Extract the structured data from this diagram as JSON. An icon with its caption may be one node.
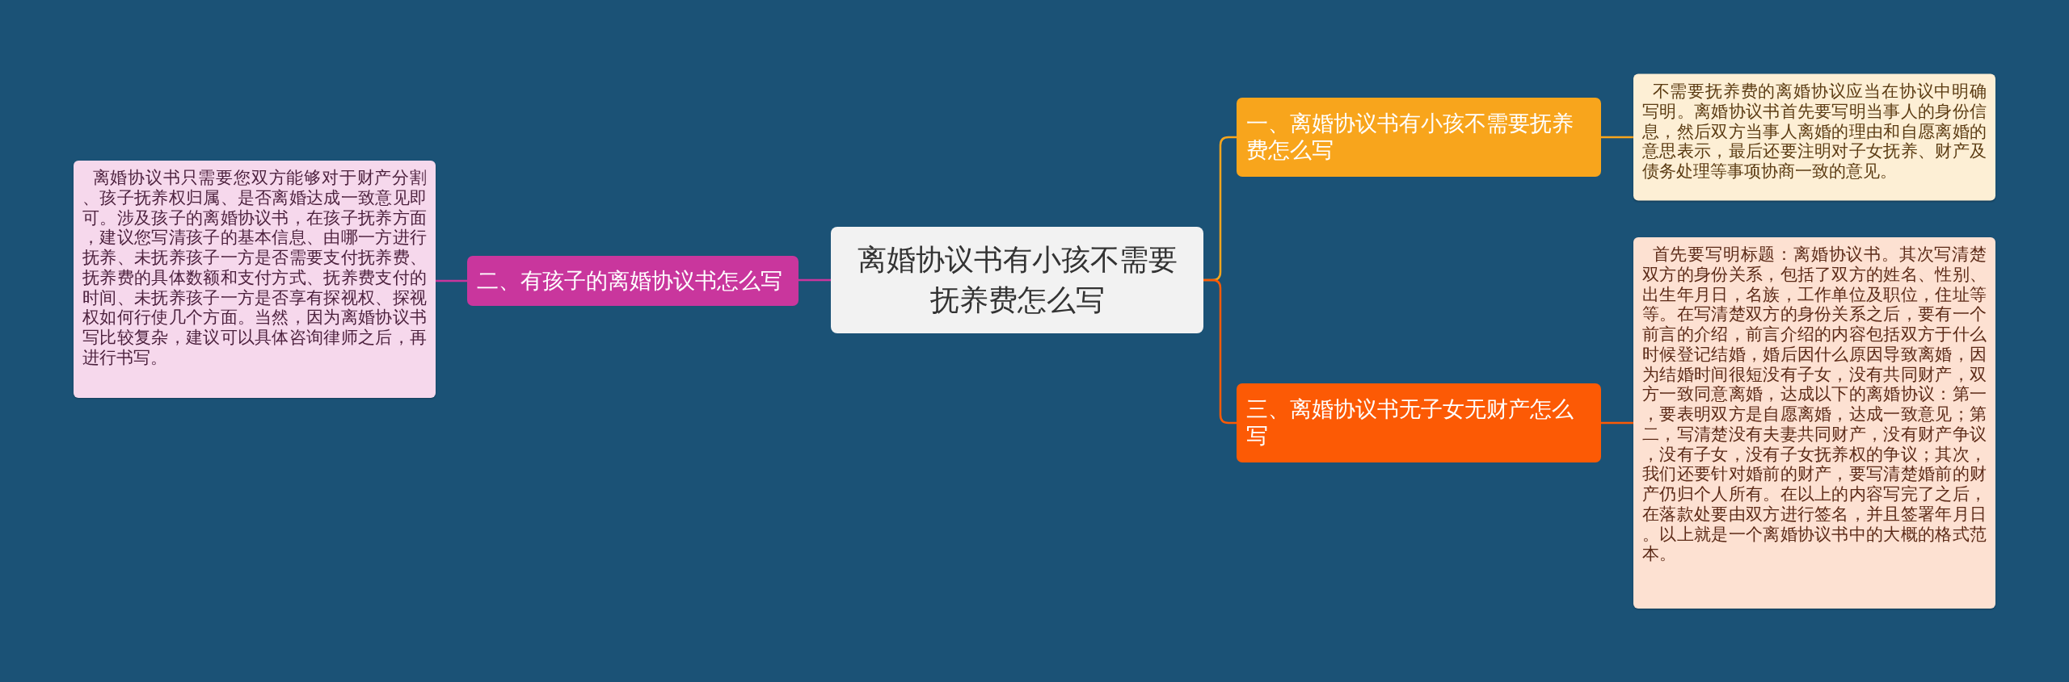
{
  "diagram": {
    "nodes": [
      {
        "text": [
          "离婚协议书有小孩不需要抚养费怎么写"
        ]
      },
      {
        "text": [
          "一、离婚协议书有小孩不需要抚养费怎么写"
        ]
      },
      {
        "text": [
          "不需要抚养费的离婚协议应当在协议中明确写明。离婚协议书首先要写明当事人的身份信息，然后双方当事人离婚的理由和自愿离婚的意思表示，最后还要注明对子女抚养、财产及债务处理等事项协商一致的意见。"
        ]
      },
      {
        "text": [
          "二、有孩子的离婚协议书怎么写"
        ]
      },
      {
        "text": [
          "离婚协议书只需要您双方能够对于财产分割、孩子抚养权归属、是否离婚达成一致意见即可。涉及孩子的离婚协议书，在孩子抚养方面，建议您写清孩子的基本信息、由哪一方进行抚养、未抚养孩子一方是否需要支付抚养费、抚养费的具体数额和支付方式、抚养费支付的时间、未抚养孩子一方是否享有探视权、探视权如何行使几个方面。当然，因为离婚协议书写比较复杂，建议可以具体咨询律师之后，再进行书写。"
        ]
      },
      {
        "text": [
          "三、离婚协议书无子女无财产怎么写"
        ]
      },
      {
        "text": [
          "首先要写明标题：离婚协议书。其次写清楚双方的身份关系，包括了双方的姓名、性别、出生年月日，名族，工作单位及职位，住址等等。在写清楚双方的身份关系之后，要有一个前言的介绍，前言介绍的内容包括双方于什么时候登记结婚，婚后因什么原因导致离婚，因为结婚时间很短没有子女，没有共同财产，双方一致同意离婚，达成以下的离婚协议：第一，要表明双方是自愿离婚，达成一致意见；第二，写清楚没有夫妻共同财产，没有财产争议，没有子女，没有子女抚养权的争议；其次，我们还要针对婚前的财产，要写清楚婚前的财产仍归个人所有。在以上的内容写完了之后，在落款处要由双方进行签名，并且签署年月日。以上就是一个离婚协议书中的大概的格式范本。"
        ]
      }
    ],
    "edges": [
      {
        "from": 0,
        "to": 1,
        "arrow": "none",
        "color": "#f8a51c"
      },
      {
        "from": 1,
        "to": 2,
        "arrow": "none",
        "color": "#f8a51c"
      },
      {
        "from": 0,
        "to": 3,
        "arrow": "none",
        "color": "#c9369d"
      },
      {
        "from": 3,
        "to": 4,
        "arrow": "none",
        "color": "#c9369d"
      },
      {
        "from": 0,
        "to": 5,
        "arrow": "none",
        "color": "#fc5a05"
      },
      {
        "from": 5,
        "to": 6,
        "arrow": "none",
        "color": "#fc5a05"
      }
    ]
  }
}
